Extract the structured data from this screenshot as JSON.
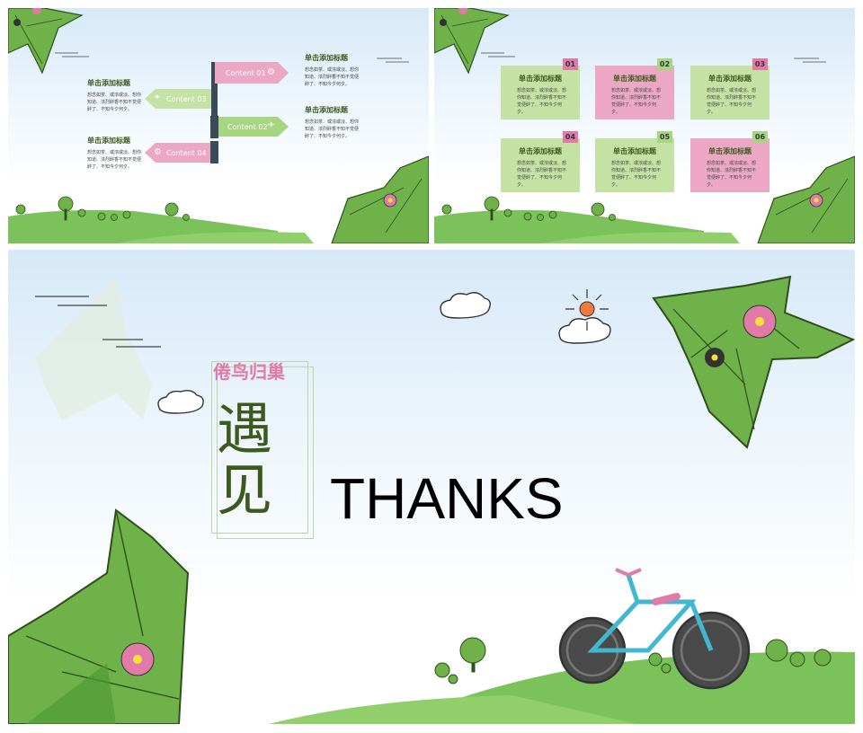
{
  "slide1": {
    "signs": [
      {
        "label": "Content 01",
        "icon": "gear-icon"
      },
      {
        "label": "Content 03",
        "icon": "lightbulb-icon"
      },
      {
        "label": "Content 02",
        "icon": "satellite-icon"
      },
      {
        "label": "Content 04",
        "icon": "gear-icon"
      }
    ],
    "blocks": [
      {
        "title": "单击添加标题",
        "body": "想念如茶、或浓或淡、想你知道、浓烈醉香不知不觉便醉了、不知今夕何夕。"
      },
      {
        "title": "单击添加标题",
        "body": "想念如茶、或浓或淡、想你知道、浓烈醉香不知不觉便醉了、不知今夕何夕。"
      },
      {
        "title": "单击添加标题",
        "body": "想念如茶、或浓或淡、想你知道、浓烈醉香不知不觉便醉了、不知今夕何夕。"
      },
      {
        "title": "单击添加标题",
        "body": "想念如茶、或浓或淡、想你知道、浓烈醉香不知不觉便醉了、不知今夕何夕。"
      }
    ]
  },
  "slide2": {
    "cards": [
      {
        "num": "01",
        "title": "单击添加标题",
        "body": "想念如茶、或浓或淡、想你知道、浓烈醉香不知不觉便醉了、不知今夕何夕。"
      },
      {
        "num": "02",
        "title": "单击添加标题",
        "body": "想念如茶、或浓或淡、想你知道、浓烈醉香不知不觉便醉了、不知今夕何夕。"
      },
      {
        "num": "03",
        "title": "单击添加标题",
        "body": "想念如茶、或浓或淡、想你知道、浓烈醉香不知不觉便醉了、不知今夕何夕。"
      },
      {
        "num": "04",
        "title": "单击添加标题",
        "body": "想念如茶、或浓或淡、想你知道、浓烈醉香不知不觉便醉了、不知今夕何夕。"
      },
      {
        "num": "05",
        "title": "单击添加标题",
        "body": "想念如茶、或浓或淡、想你知道、浓烈醉香不知不觉便醉了、不知今夕何夕。"
      },
      {
        "num": "06",
        "title": "单击添加标题",
        "body": "想念如茶、或浓或淡、想你知道、浓烈醉香不知不觉便醉了、不知今夕何夕。"
      }
    ]
  },
  "slide3": {
    "subtitle": "倦鸟归巢",
    "title": "遇见",
    "thanks": "THANKS"
  },
  "colors": {
    "leaf_green": "#6fb24a",
    "dark_green": "#3d5a1e",
    "pink": "#e27aa8",
    "light_green_card": "#c3e2a3",
    "pink_card": "#eba7c3",
    "sky": "#d6e9f8",
    "bike_frame": "#3fb8d0",
    "sun": "#f27a3a"
  }
}
